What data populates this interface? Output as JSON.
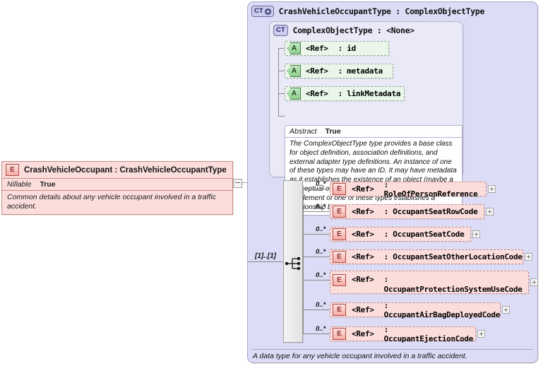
{
  "left_element": {
    "badge": "E",
    "title": "CrashVehicleOccupant : CrashVehicleOccupantType",
    "prop_key": "Nillable",
    "prop_value": "True",
    "documentation": "Common details about any vehicle occupant involved in a traffic accident."
  },
  "outer_panel": {
    "badge": "CT",
    "title": "CrashVehicleOccupantType : ComplexObjectType",
    "footer_documentation": "A data type for any vehicle occupant involved in a traffic accident."
  },
  "inner_panel": {
    "badge": "CT",
    "title": "ComplexObjectType : <None>",
    "attributes": [
      {
        "badge": "A",
        "ref": "<Ref>",
        "name": ": id"
      },
      {
        "badge": "A",
        "ref": "<Ref>",
        "name": ": metadata"
      },
      {
        "badge": "A",
        "ref": "<Ref>",
        "name": ": linkMetadata"
      }
    ],
    "abstract": {
      "prop_key": "Abstract",
      "prop_value": "True",
      "documentation": "The ComplexObjectType type provides a base class for object definition, association definitions, and external adapter type definitions. An instance of one of these types may have an ID. It may have metadata as it establishes the existence of an object (maybe a conceptual object). It may also have link metadata, as an element of one of these types establishes a relationship between its value and its context."
    }
  },
  "sequence": {
    "cardinality": "[1]..[1]",
    "icon": "sequence-icon"
  },
  "elements": [
    {
      "badge": "E",
      "cardinality": "0..*",
      "ref": "<Ref>",
      "name": ": RoleOfPersonReference"
    },
    {
      "badge": "E",
      "cardinality": "0..*",
      "ref": "<Ref>",
      "name": ": OccupantSeatRowCode"
    },
    {
      "badge": "E",
      "cardinality": "0..*",
      "ref": "<Ref>",
      "name": ": OccupantSeatCode"
    },
    {
      "badge": "E",
      "cardinality": "0..*",
      "ref": "<Ref>",
      "name": ": OccupantSeatOtherLocationCode"
    },
    {
      "badge": "E",
      "cardinality": "0..*",
      "ref": "<Ref>",
      "name": ": OccupantProtectionSystemUseCode"
    },
    {
      "badge": "E",
      "cardinality": "0..*",
      "ref": "<Ref>",
      "name": ": OccupantAirBagDeployedCode"
    },
    {
      "badge": "E",
      "cardinality": "0..*",
      "ref": "<Ref>",
      "name": ": OccupantEjectionCode"
    }
  ],
  "colors": {
    "panel_background": "#dcdcf6",
    "inner_panel_background": "#e9e9f8",
    "element_background": "#fbdedc",
    "element_border": "#c98a86",
    "attribute_background": "#eaf6ea",
    "attribute_border": "#9aa99a"
  }
}
